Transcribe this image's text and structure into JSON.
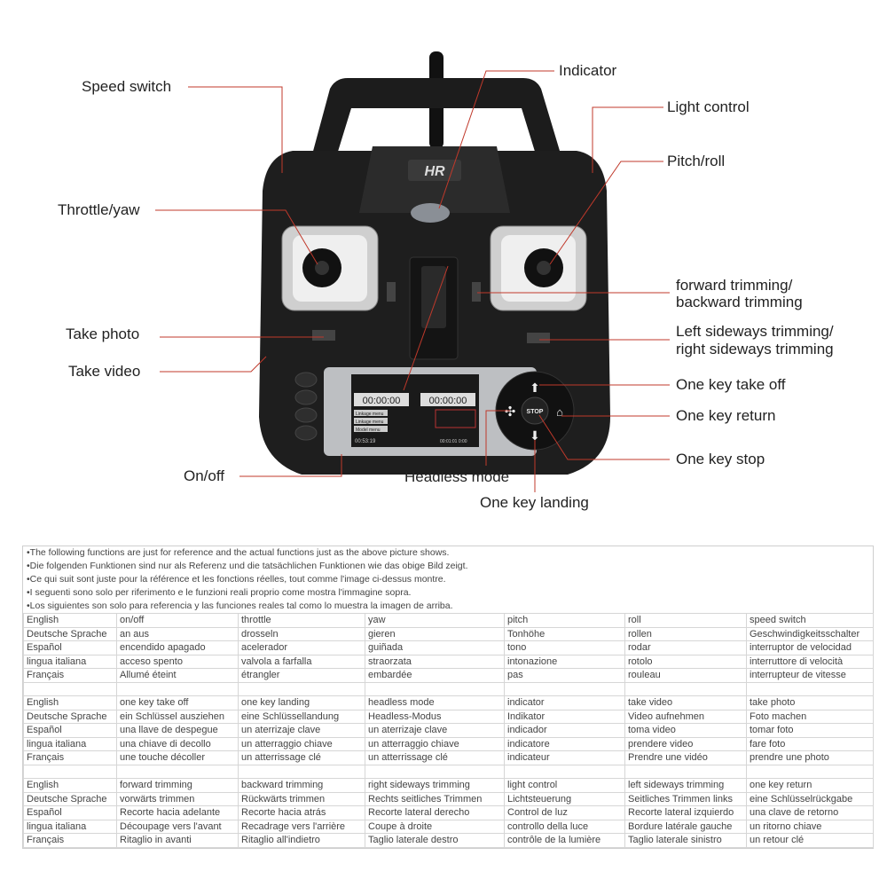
{
  "labels": {
    "speed_switch": "Speed switch",
    "indicator": "Indicator",
    "light_control": "Light control",
    "pitch_roll": "Pitch/roll",
    "throttle_yaw": "Throttle/yaw",
    "forward_trimming": "forward trimming/",
    "backward_trimming": "backward trimming",
    "take_photo": "Take photo",
    "left_sideways": "Left sideways trimming/",
    "right_sideways": "right sideways trimming",
    "take_video": "Take video",
    "one_key_take_off": "One key take off",
    "one_key_return": "One key return",
    "on_off": "On/off",
    "headless_mode": "Headless mode",
    "one_key_stop": "One key stop",
    "one_key_landing": "One key landing"
  },
  "controller": {
    "logo": "HR",
    "timer_left": "00:00:00",
    "timer_right": "00:00:00",
    "menu_1": "Linkage menu",
    "menu_2": "Linkage menu",
    "menu_3": "Model menu",
    "clock": "00:53:19",
    "footer_time": "00:01:01  0:00",
    "stop": "STOP",
    "body_color": "#1e1e1e",
    "callout_color": "#c0392b"
  },
  "table": {
    "notes": [
      "•The following functions are just for reference and the actual functions just as the above picture shows.",
      "•Die folgenden Funktionen sind nur als Referenz und die tatsächlichen Funktionen wie das obige Bild zeigt.",
      "•Ce qui suit sont juste pour la référence et les fonctions réelles, tout comme l'image ci-dessus montre.",
      "•I seguenti sono solo per riferimento e le funzioni reali proprio come mostra l'immagine sopra.",
      "•Los siguientes son solo para referencia y las funciones reales tal como lo muestra la imagen de arriba."
    ],
    "groups": [
      [
        [
          "English",
          "on/off",
          "throttle",
          "yaw",
          "pitch",
          "roll",
          "speed switch"
        ],
        [
          "Deutsche Sprache",
          "an aus",
          "drosseln",
          "gieren",
          "Tonhöhe",
          "rollen",
          "Geschwindigkeitsschalter"
        ],
        [
          "Español",
          "encendido apagado",
          "acelerador",
          "guiñada",
          "tono",
          "rodar",
          "interruptor de velocidad"
        ],
        [
          "lingua italiana",
          "acceso spento",
          "valvola a farfalla",
          "straorzata",
          "intonazione",
          "rotolo",
          "interruttore di velocità"
        ],
        [
          "Français",
          "Allumé éteint",
          "étrangler",
          "embardée",
          "pas",
          "rouleau",
          "interrupteur de vitesse"
        ]
      ],
      [
        [
          "English",
          "one key take off",
          "one key landing",
          "headless mode",
          "indicator",
          "take video",
          "take photo"
        ],
        [
          "Deutsche Sprache",
          "ein Schlüssel ausziehen",
          "eine Schlüssellandung",
          "Headless-Modus",
          "Indikator",
          "Video aufnehmen",
          "Foto machen"
        ],
        [
          "Español",
          "una llave de despegue",
          "un aterrizaje clave",
          "un aterrizaje clave",
          "indicador",
          "toma video",
          "tomar foto"
        ],
        [
          "lingua italiana",
          "una chiave di decollo",
          "un atterraggio chiave",
          "un atterraggio chiave",
          "indicatore",
          "prendere video",
          "fare foto"
        ],
        [
          "Français",
          "une touche décoller",
          "un atterrissage clé",
          "un atterrissage clé",
          "indicateur",
          "Prendre une vidéo",
          "prendre une photo"
        ]
      ],
      [
        [
          "English",
          "forward trimming",
          "backward trimming",
          "right sideways trimming",
          "light control",
          "left sideways trimming",
          "one key return"
        ],
        [
          "Deutsche Sprache",
          "vorwärts trimmen",
          "Rückwärts trimmen",
          "Rechts seitliches Trimmen",
          "Lichtsteuerung",
          "Seitliches Trimmen links",
          "eine Schlüsselrückgabe"
        ],
        [
          "Español",
          "Recorte hacia adelante",
          "Recorte hacia atrás",
          "Recorte lateral derecho",
          "Control de luz",
          "Recorte lateral izquierdo",
          "una clave de retorno"
        ],
        [
          "lingua italiana",
          "Découpage vers l'avant",
          "Recadrage vers l'arrière",
          "Coupe à droite",
          "controllo della luce",
          "Bordure latérale gauche",
          "un ritorno chiave"
        ],
        [
          "Français",
          "Ritaglio in avanti",
          "Ritaglio all'indietro",
          "Taglio laterale destro",
          "contrôle de la lumière",
          "Taglio laterale sinistro",
          "un retour clé"
        ]
      ]
    ]
  }
}
